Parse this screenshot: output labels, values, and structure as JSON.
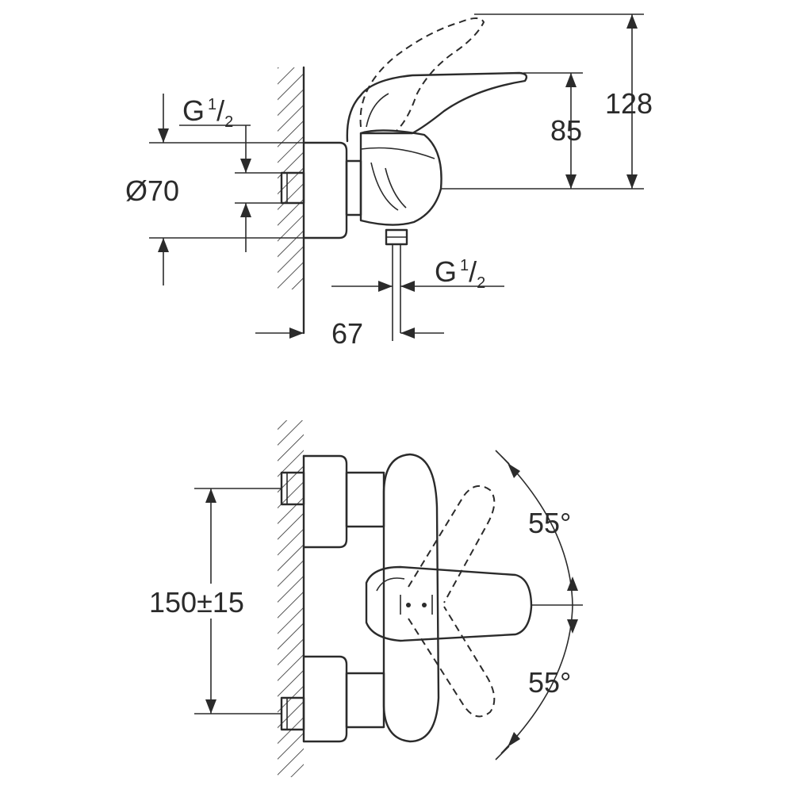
{
  "dimensions": {
    "inlet_thread_label": "G",
    "inlet_thread_num": "1",
    "inlet_thread_den": "2",
    "rosette_diameter": "Ø70",
    "projection": "67",
    "outlet_thread_label": "G",
    "outlet_thread_num": "1",
    "outlet_thread_den": "2",
    "total_height": "128",
    "lever_height": "85",
    "centre_distance": "150±15",
    "angle_top": "55°",
    "angle_bottom": "55°"
  }
}
